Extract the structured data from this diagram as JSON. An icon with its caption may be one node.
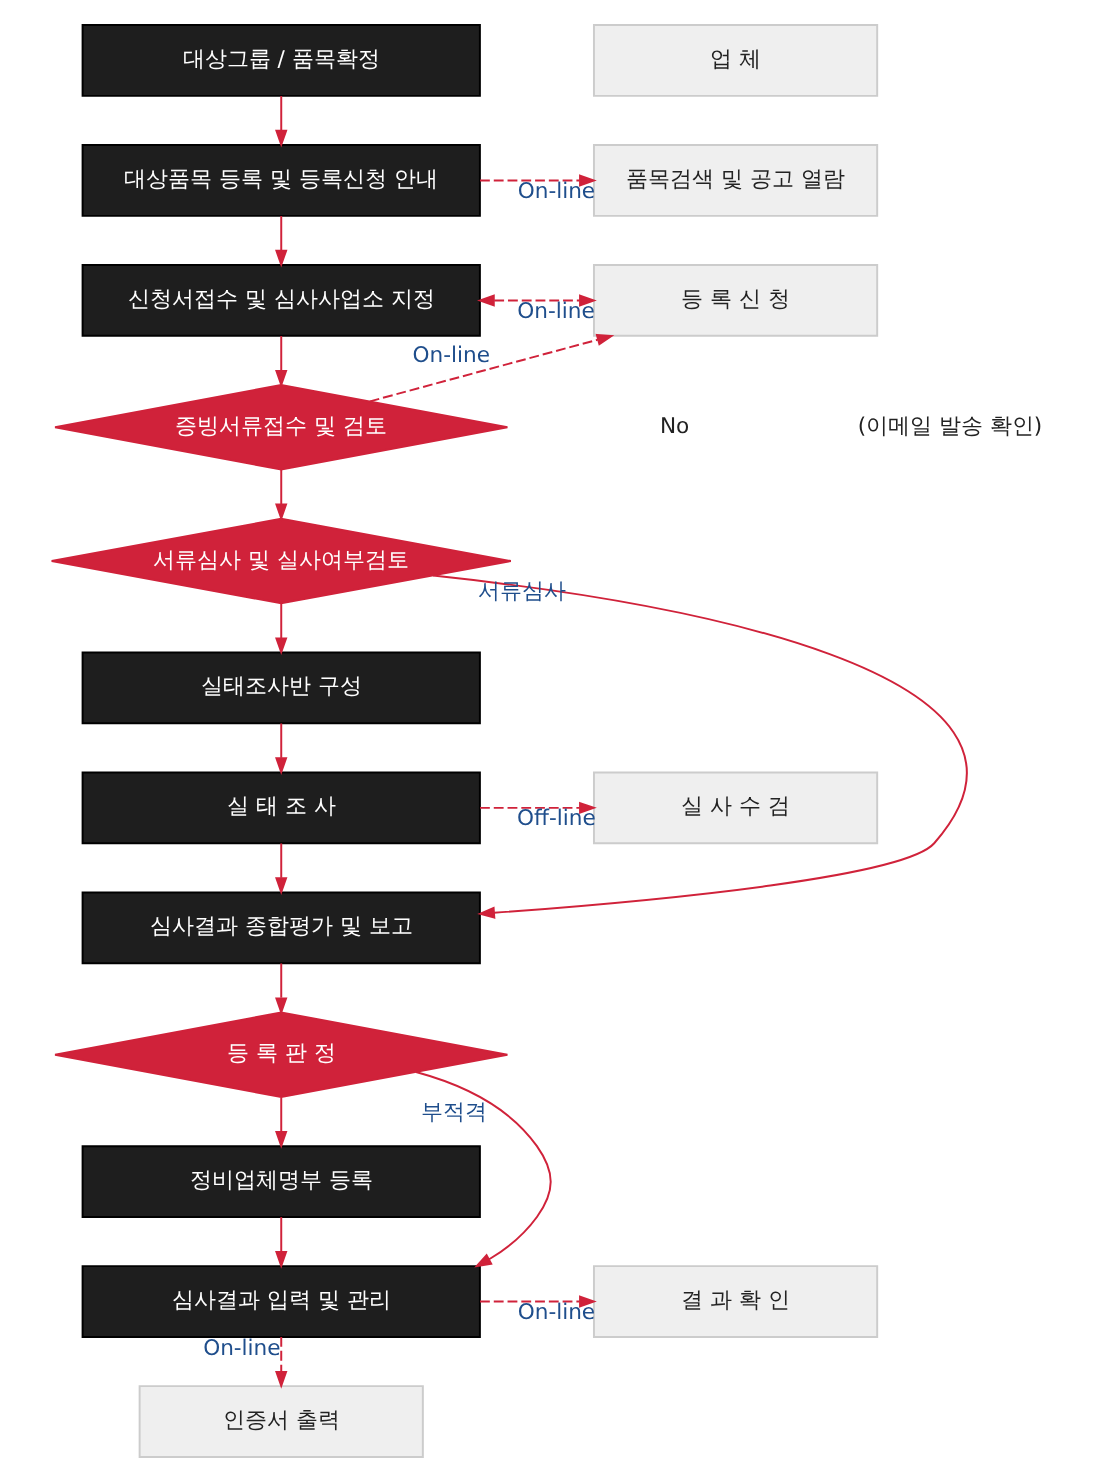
{
  "diagram": {
    "nodes": [
      {
        "text": [
          "대상그룹 / 품목확정"
        ]
      },
      {
        "text": [
          "대상품목 등록 및 등록신청 안내"
        ]
      },
      {
        "text": [
          "신청서접수 및 심사사업소 지정"
        ]
      },
      {
        "text": [
          "증빙서류접수 및 검토"
        ]
      },
      {
        "text": [
          "서류심사 및 실사여부검토"
        ]
      },
      {
        "text": [
          "실태조사반 구성"
        ]
      },
      {
        "text": [
          "실 태 조 사"
        ]
      },
      {
        "text": [
          "심사결과 종합평가 및 보고"
        ]
      },
      {
        "text": [
          "등 록 판 정"
        ]
      },
      {
        "text": [
          "정비업체명부 등록"
        ]
      },
      {
        "text": [
          "심사결과 입력 및 관리"
        ]
      },
      {
        "text": [
          "업 체"
        ]
      },
      {
        "text": [
          "품목검색 및 공고 열람"
        ]
      },
      {
        "text": [
          "등 록 신 청"
        ]
      },
      {
        "text": [
          "실 사 수 검"
        ]
      },
      {
        "text": [
          "결 과 확 인"
        ]
      },
      {
        "text": [
          "인증서 출력"
        ]
      }
    ],
    "edges": [
      {
        "from": 0,
        "to": 1,
        "arrow": "to"
      },
      {
        "from": 1,
        "to": 12,
        "arrow": "to",
        "label": "On-line",
        "style": "dashed"
      },
      {
        "from": 1,
        "to": 2,
        "arrow": "to"
      },
      {
        "from": 2,
        "to": 13,
        "arrow": "both",
        "label": "On-line",
        "style": "dashed"
      },
      {
        "from": 2,
        "to": 3,
        "arrow": "to"
      },
      {
        "from": 3,
        "to": 13,
        "arrow": "to",
        "label": "On-line",
        "style": "dashed"
      },
      {
        "from": 3,
        "to": 4,
        "arrow": "to"
      },
      {
        "from": 4,
        "to": 7,
        "arrow": "to",
        "label": "서류심사"
      },
      {
        "from": 4,
        "to": 5,
        "arrow": "to"
      },
      {
        "from": 5,
        "to": 6,
        "arrow": "to"
      },
      {
        "from": 6,
        "to": 14,
        "arrow": "to",
        "label": "Off-line",
        "style": "dashed"
      },
      {
        "from": 6,
        "to": 7,
        "arrow": "to"
      },
      {
        "from": 7,
        "to": 8,
        "arrow": "to"
      },
      {
        "from": 8,
        "to": 10,
        "arrow": "to",
        "label": "부적격"
      },
      {
        "from": 8,
        "to": 9,
        "arrow": "to"
      },
      {
        "from": 9,
        "to": 10,
        "arrow": "to"
      },
      {
        "from": 10,
        "to": 15,
        "arrow": "to",
        "label": "On-line",
        "style": "dashed"
      },
      {
        "from": 10,
        "to": 16,
        "arrow": "to",
        "label": "On-line",
        "style": "dashed"
      }
    ],
    "labels": [
      "No",
      "(이메일 발송 확인)"
    ]
  }
}
